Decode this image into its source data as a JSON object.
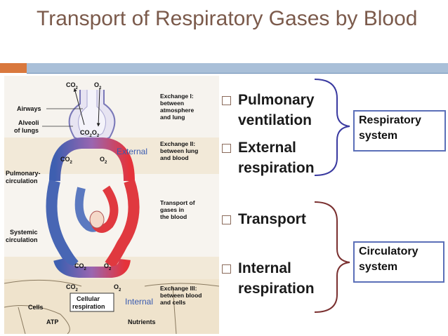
{
  "title": "Transport of Respiratory Gases by Blood",
  "bullets": [
    {
      "line1": "Pulmonary",
      "line2": "ventilation"
    },
    {
      "line1": "External",
      "line2": "respiration"
    },
    {
      "line1": "Transport",
      "line2": ""
    },
    {
      "line1": "Internal",
      "line2": "respiration"
    }
  ],
  "systems": {
    "respiratory": {
      "line1": "Respiratory",
      "line2": "system"
    },
    "circulatory": {
      "line1": "Circulatory",
      "line2": "system"
    }
  },
  "diagram": {
    "airways": "Airways",
    "alveoli1": "Alveoli",
    "alveoli2": "of lungs",
    "pulmonary1": "Pulmonary-",
    "pulmonary2": "circulation",
    "systemic1": "Systemic",
    "systemic2": "circulation",
    "cells": "Cells",
    "atp": "ATP",
    "nutrients": "Nutrients",
    "cellular1": "Cellular",
    "cellular2": "respiration",
    "external": "External",
    "internal": "Internal",
    "ex1_1": "Exchange I:",
    "ex1_2": "between",
    "ex1_3": "atmosphere",
    "ex1_4": "and lung",
    "ex2_1": "Exchange II:",
    "ex2_2": "between lung",
    "ex2_3": "and blood",
    "tr_1": "Transport of",
    "tr_2": "gases in",
    "tr_3": "the blood",
    "ex3_1": "Exchange III:",
    "ex3_2": "between blood",
    "ex3_3": "and cells",
    "co2": "CO",
    "o2": "O",
    "co2o2": "CO",
    "sub2": "2"
  },
  "colors": {
    "title": "#7b5a4b",
    "accent_orange": "#d9783d",
    "accent_blue": "#a9bfd8",
    "bracket": "#3a3aa0",
    "box_border": "#5b6fb8"
  }
}
